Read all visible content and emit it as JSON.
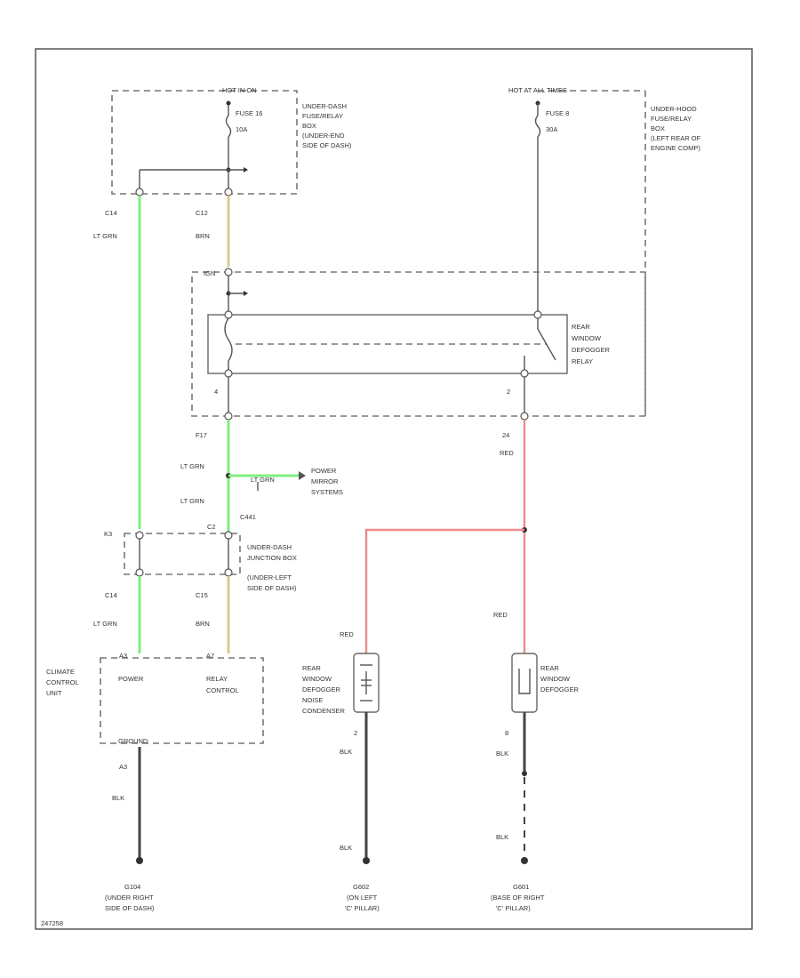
{
  "colors": {
    "lt_grn": "#7cf07c",
    "brn": "#d9c98a",
    "red": "#f08a8a",
    "blk": "#444444",
    "frame": "#555555"
  },
  "labels": {
    "hot_run": "HOT IN ON",
    "fuse_left": [
      "FUSE 16",
      "10A"
    ],
    "box_left": [
      "UNDER-DASH",
      "FUSE/RELAY",
      "BOX",
      "(UNDER-END",
      "SIDE OF DASH)"
    ],
    "hot_all": "HOT AT ALL TIMES",
    "fuse_right": [
      "FUSE 8",
      "30A"
    ],
    "box_right": [
      "UNDER-HOOD",
      "FUSE/RELAY",
      "BOX",
      "(LEFT REAR OF",
      "ENGINE COMP)"
    ],
    "c1": "C14",
    "c2": "C12",
    "ltgrn": "LT GRN",
    "brn": "BRN",
    "ign": "IGN",
    "relay": [
      "REAR",
      "WINDOW",
      "DEFOGGER",
      "RELAY"
    ],
    "pin4": "4",
    "pin2": "2",
    "f17": "F17",
    "c24": "24",
    "red": "RED",
    "ltgrn2": "LT GRN",
    "ltgrn_branch": "LT GRN",
    "power_mirror": [
      "POWER",
      "MIRROR",
      "SYSTEMS"
    ],
    "ltgrn3": "LT GRN",
    "c441": "C441",
    "ltgrn4": "LT GRN",
    "k3": "K3",
    "c2b": "C2",
    "junction": [
      "UNDER-DASH",
      "JUNCTION BOX",
      "(UNDER-LEFT",
      "SIDE OF DASH)"
    ],
    "c14b": "C14",
    "c15": "C15",
    "ltgrn5": "LT GRN",
    "brn2": "BRN",
    "a3": "A3",
    "a7": "A7",
    "climate": [
      "CLIMATE",
      "CONTROL",
      "UNIT"
    ],
    "power": "POWER",
    "relay_control": [
      "RELAY",
      "CONTROL"
    ],
    "ground": "GROUND",
    "red2": "RED",
    "red3": "RED",
    "defog_cond": [
      "REAR",
      "WINDOW",
      "DEFOGGER",
      "NOISE",
      "CONDENSER"
    ],
    "defog": [
      "REAR",
      "WINDOW",
      "DEFOGGER"
    ],
    "pin2b": "2",
    "pin8": "8",
    "a3b": "A3",
    "blk1": "BLK",
    "blk2": "BLK",
    "blk3": "BLK",
    "blk4": "BLK",
    "blk5": "BLK",
    "g1": [
      "G104",
      "(UNDER RIGHT",
      "SIDE OF DASH)"
    ],
    "g2": [
      "G602",
      "(ON LEFT",
      "'C' PILLAR)"
    ],
    "g3": [
      "G601",
      "(BASE OF RIGHT",
      "'C' PILLAR)"
    ],
    "figure_id": "247258"
  }
}
